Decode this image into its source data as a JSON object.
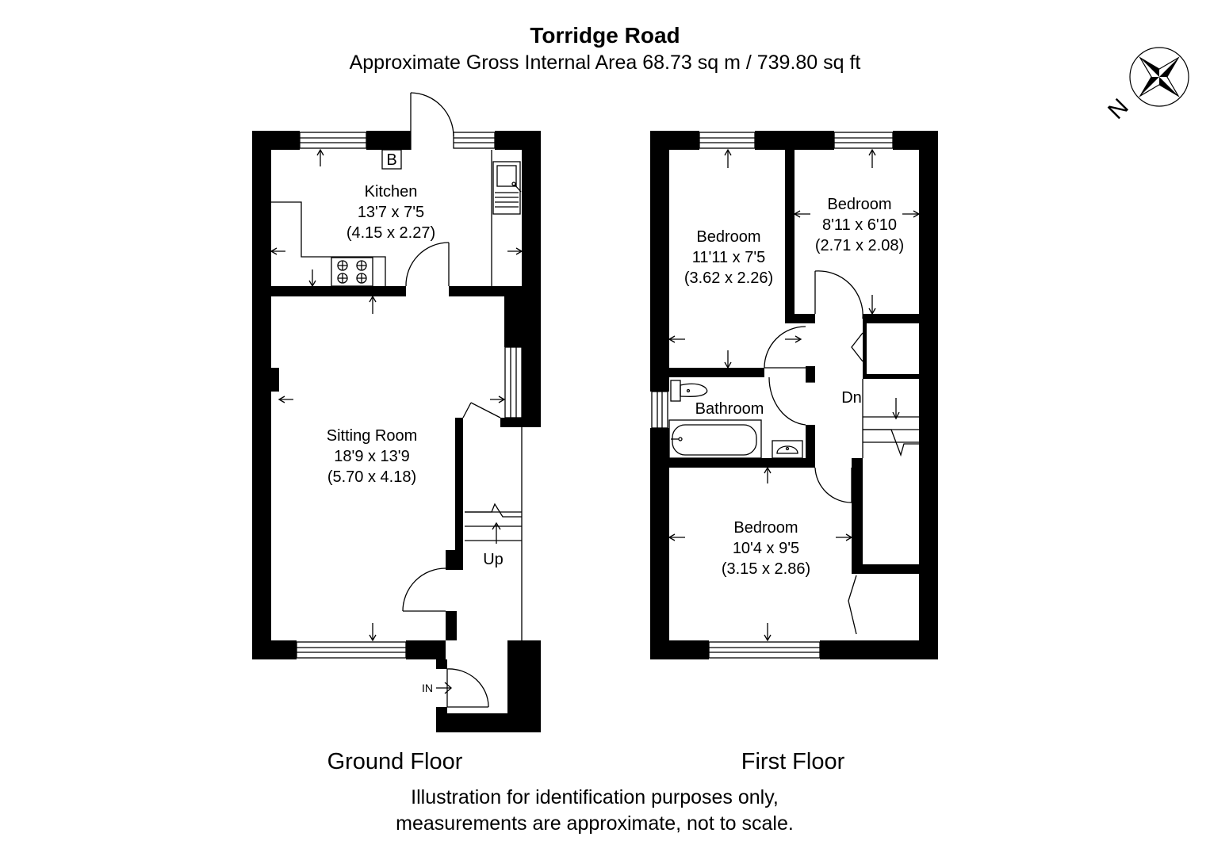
{
  "header": {
    "title": "Torridge Road",
    "subtitle": "Approximate Gross Internal Area 68.73 sq m / 739.80 sq ft"
  },
  "compass": {
    "label": "N",
    "icon": "north-compass-icon"
  },
  "ground_floor": {
    "label": "Ground Floor",
    "boiler_label": "B",
    "entrance_label": "IN",
    "stairs_label": "Up",
    "rooms": [
      {
        "name": "Kitchen",
        "imperial": "13'7 x 7'5",
        "metric": "(4.15 x 2.27)"
      },
      {
        "name": "Sitting Room",
        "imperial": "18'9 x 13'9",
        "metric": "(5.70 x 4.18)"
      }
    ]
  },
  "first_floor": {
    "label": "First Floor",
    "stairs_label": "Dn",
    "rooms": [
      {
        "name": "Bedroom",
        "imperial": "11'11 x 7'5",
        "metric": "(3.62 x 2.26)"
      },
      {
        "name": "Bedroom",
        "imperial": "8'11 x 6'10",
        "metric": "(2.71 x 2.08)"
      },
      {
        "name": "Bathroom"
      },
      {
        "name": "Bedroom",
        "imperial": "10'4 x 9'5",
        "metric": "(3.15 x 2.86)"
      }
    ]
  },
  "footer": {
    "line1": "Illustration for identification purposes only,",
    "line2": "measurements are approximate, not to scale."
  },
  "colors": {
    "wall": "#000000",
    "background": "#ffffff",
    "line": "#000000"
  }
}
